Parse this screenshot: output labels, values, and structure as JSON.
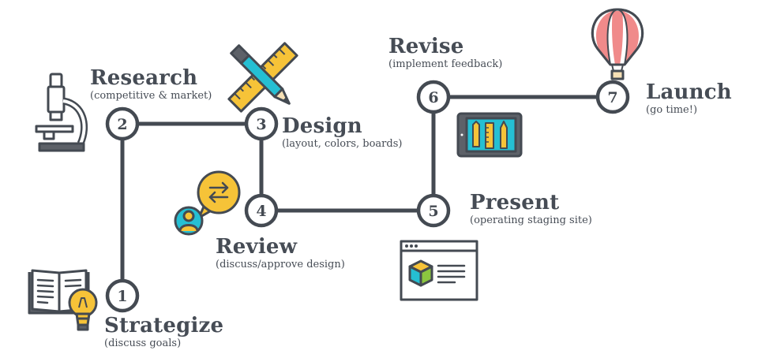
{
  "colors": {
    "line": "#444a52",
    "node_fill": "#ffffff",
    "yellow": "#f6c338",
    "cyan": "#25bfd3",
    "green": "#8cc63f",
    "pink": "#f08a8a",
    "light_gray": "#eceeef"
  },
  "steps": [
    {
      "number": "1",
      "title": "Strategize",
      "subtitle": "(discuss goals)",
      "icon": "book-lightbulb-icon"
    },
    {
      "number": "2",
      "title": "Research",
      "subtitle": "(competitive & market)",
      "icon": "microscope-icon"
    },
    {
      "number": "3",
      "title": "Design",
      "subtitle": "(layout, colors, boards)",
      "icon": "ruler-pencil-icon"
    },
    {
      "number": "4",
      "title": "Review",
      "subtitle": "(discuss/approve design)",
      "icon": "user-swap-bubble-icon"
    },
    {
      "number": "5",
      "title": "Present",
      "subtitle": "(operating staging site)",
      "icon": "browser-window-icon"
    },
    {
      "number": "6",
      "title": "Revise",
      "subtitle": "(implement feedback)",
      "icon": "tablet-tools-icon"
    },
    {
      "number": "7",
      "title": "Launch",
      "subtitle": "(go time!)",
      "icon": "hot-air-balloon-icon"
    }
  ]
}
